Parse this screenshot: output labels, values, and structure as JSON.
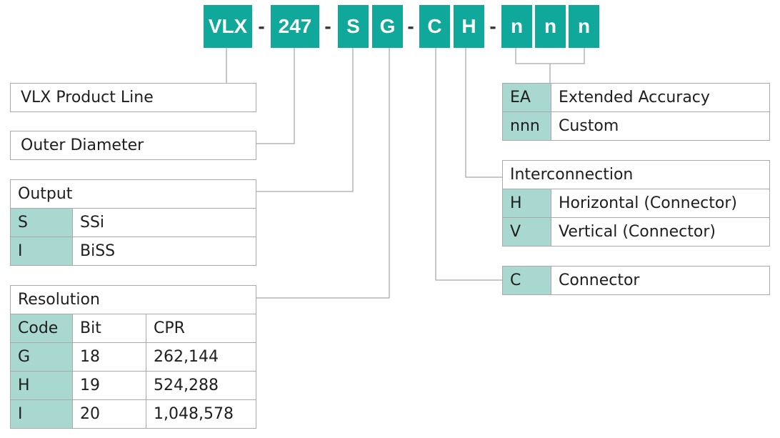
{
  "code_segments": [
    {
      "id": "vlx",
      "text": "VLX"
    },
    {
      "id": "247",
      "text": "247"
    },
    {
      "id": "s",
      "text": "S"
    },
    {
      "id": "g",
      "text": "G"
    },
    {
      "id": "c",
      "text": "C"
    },
    {
      "id": "h",
      "text": "H"
    },
    {
      "id": "n1",
      "text": "n"
    },
    {
      "id": "n2",
      "text": "n"
    },
    {
      "id": "n3",
      "text": "n"
    }
  ],
  "separator": "-",
  "product_line": {
    "label": "VLX  Product Line"
  },
  "outer_diameter": {
    "label": "Outer Diameter"
  },
  "output": {
    "title": "Output",
    "rows": [
      {
        "code": "S",
        "desc": "SSi"
      },
      {
        "code": "I",
        "desc": "BiSS"
      }
    ]
  },
  "resolution": {
    "title": "Resolution",
    "columns": [
      "Code",
      "Bit",
      "CPR"
    ],
    "rows": [
      {
        "code": "G",
        "bit": "18",
        "cpr": "262,144"
      },
      {
        "code": "H",
        "bit": "19",
        "cpr": "524,288"
      },
      {
        "code": "I",
        "bit": "20",
        "cpr": "1,048,578"
      }
    ]
  },
  "options": {
    "rows": [
      {
        "code": "EA",
        "desc": "Extended Accuracy"
      },
      {
        "code": "nnn",
        "desc": "Custom"
      }
    ]
  },
  "interconnection": {
    "title": "Interconnection",
    "rows": [
      {
        "code": "H",
        "desc": "Horizontal (Connector)"
      },
      {
        "code": "V",
        "desc": "Vertical (Connector)"
      }
    ]
  },
  "connector": {
    "code": "C",
    "desc": "Connector"
  },
  "colors": {
    "segment_fill": "#0fa89a",
    "code_cell_fill": "#a8d8cf",
    "line": "#a9a9a9"
  }
}
